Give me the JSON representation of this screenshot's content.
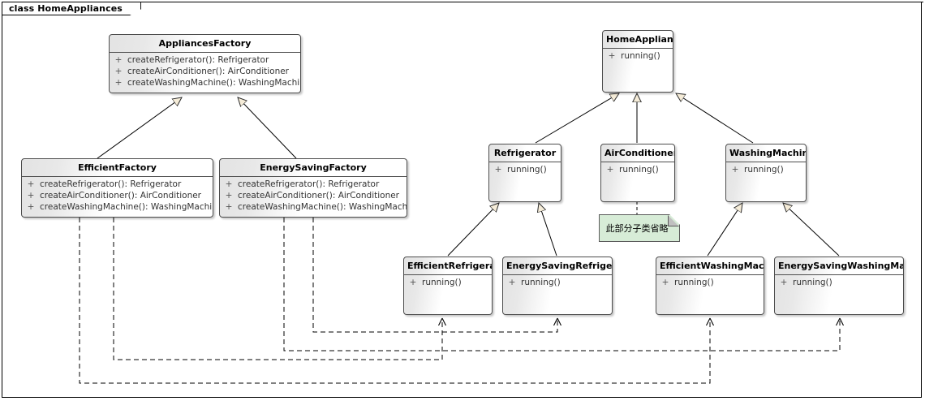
{
  "frame": {
    "label": "class HomeAppliances"
  },
  "colors": {
    "box_border": "#4d4d4d",
    "box_fill_light": "#ffffff",
    "box_fill_shade": "#e3e3e3",
    "note_fill": "#d7ecd7",
    "note_border": "#5a5a5a",
    "line": "#000000",
    "arrow_fill": "#f5ecd8"
  },
  "classes": [
    {
      "id": "appliances-factory",
      "name": "AppliancesFactory",
      "members": [
        {
          "visibility": "+",
          "signature": "createRefrigerator(): Refrigerator"
        },
        {
          "visibility": "+",
          "signature": "createAirConditioner(): AirConditioner"
        },
        {
          "visibility": "+",
          "signature": "createWashingMachine(): WashingMachine"
        }
      ]
    },
    {
      "id": "efficient-factory",
      "name": "EfficientFactory",
      "members": [
        {
          "visibility": "+",
          "signature": "createRefrigerator(): Refrigerator"
        },
        {
          "visibility": "+",
          "signature": "createAirConditioner(): AirConditioner"
        },
        {
          "visibility": "+",
          "signature": "createWashingMachine(): WashingMachine"
        }
      ]
    },
    {
      "id": "energy-saving-factory",
      "name": "EnergySavingFactory",
      "members": [
        {
          "visibility": "+",
          "signature": "createRefrigerator(): Refrigerator"
        },
        {
          "visibility": "+",
          "signature": "createAirConditioner(): AirConditioner"
        },
        {
          "visibility": "+",
          "signature": "createWashingMachine(): WashingMachine"
        }
      ]
    },
    {
      "id": "home-appliances",
      "name": "HomeAppliances",
      "members": [
        {
          "visibility": "+",
          "signature": "running()"
        }
      ]
    },
    {
      "id": "refrigerator",
      "name": "Refrigerator",
      "members": [
        {
          "visibility": "+",
          "signature": "running()"
        }
      ]
    },
    {
      "id": "air-conditioner",
      "name": "AirConditioner",
      "members": [
        {
          "visibility": "+",
          "signature": "running()"
        }
      ]
    },
    {
      "id": "washing-machine",
      "name": "WashingMachine",
      "members": [
        {
          "visibility": "+",
          "signature": "running()"
        }
      ]
    },
    {
      "id": "efficient-refrigerator",
      "name": "EfficientRefrigerator",
      "members": [
        {
          "visibility": "+",
          "signature": "running()"
        }
      ]
    },
    {
      "id": "energy-saving-refrigerator",
      "name": "EnergySavingRefrigerator",
      "members": [
        {
          "visibility": "+",
          "signature": "running()"
        }
      ]
    },
    {
      "id": "efficient-washing-machine",
      "name": "EfficientWashingMachine",
      "members": [
        {
          "visibility": "+",
          "signature": "running()"
        }
      ]
    },
    {
      "id": "energy-saving-washing-machine",
      "name": "EnergySavingWashingMachine",
      "members": [
        {
          "visibility": "+",
          "signature": "running()"
        }
      ]
    }
  ],
  "note": {
    "text": "此部分子类省略"
  }
}
